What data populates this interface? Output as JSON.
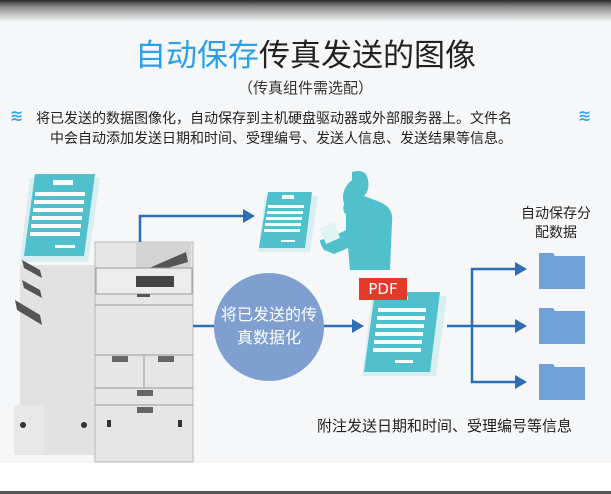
{
  "title": {
    "highlight": "自动保存",
    "rest": "传真发送的图像"
  },
  "subtitle": "（传真组件需选配）",
  "description": {
    "line1": "将已发送的数据图像化，自动保存到主机硬盘驱动器或外部服务器上。文件名",
    "line2": "中会自动添加发送日期和时间、受理编号、发送人信息、发送结果等信息。",
    "wave_icon": "≋"
  },
  "diagram": {
    "circle_text": "将已发送的传真数据化",
    "pdf_label": "PDF",
    "save_label": "自动保存分配数据",
    "note": "附注发送日期和时间、受理编号等信息"
  },
  "colors": {
    "accent": "#2aa0e8",
    "doc": "#4fc0cc",
    "arrow": "#2f6db5",
    "circle": "#7f9fd1",
    "folder": "#6fa3d8",
    "pdf": "#e53a2a"
  }
}
